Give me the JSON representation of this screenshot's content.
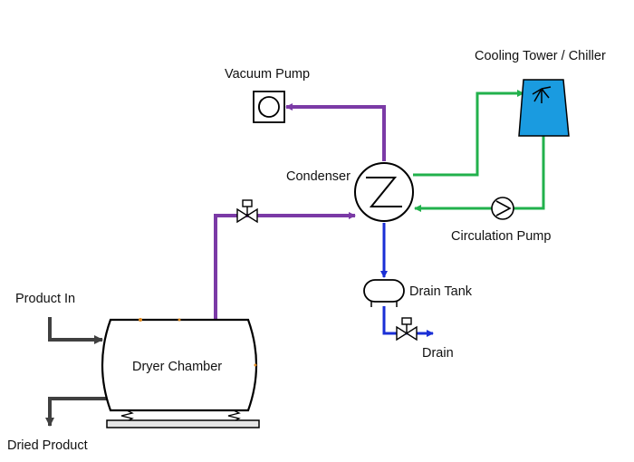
{
  "labels": {
    "vacuum_pump": "Vacuum Pump",
    "cooling_tower": "Cooling Tower / Chiller",
    "condenser": "Condenser",
    "circulation_pump": "Circulation Pump",
    "drain_tank": "Drain Tank",
    "drain": "Drain",
    "product_in": "Product In",
    "dryer_chamber": "Dryer Chamber",
    "dried_product": "Dried Product"
  },
  "colors": {
    "vapor_line": "#7b3aa6",
    "cooling_line": "#22b14c",
    "condensate_line": "#1a2fd6",
    "product_line": "#404040",
    "cooling_tower_fill": "#1a9be0",
    "equipment_outline": "#000000"
  },
  "icons": {
    "vacuum_pump": "vacuum-pump-icon",
    "condenser": "heat-exchanger-icon",
    "cooling_tower": "cooling-tower-icon",
    "circulation_pump": "centrifugal-pump-icon",
    "drain_tank": "horizontal-tank-icon",
    "valve": "gate-valve-icon"
  }
}
